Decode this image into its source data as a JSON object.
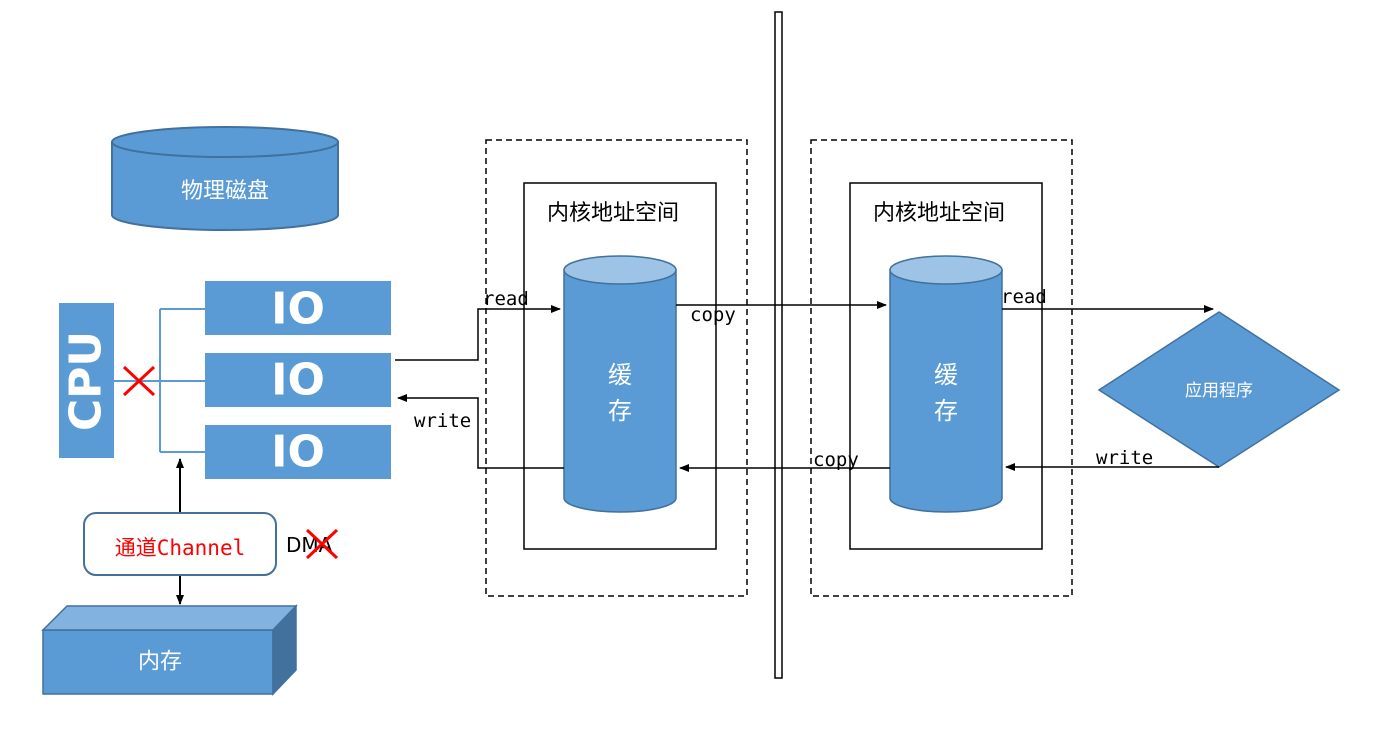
{
  "colors": {
    "blue": "#5B9BD5",
    "blue_dark": "#41719C",
    "blue_light": "#9DC3E6",
    "red": "#FF0000",
    "black": "#000000",
    "white": "#FFFFFF"
  },
  "disk": {
    "label": "物理磁盘"
  },
  "cpu": {
    "label": "CPU"
  },
  "io": {
    "label": "IO"
  },
  "channel": {
    "label": "通道Channel"
  },
  "dma": {
    "label": "DMA"
  },
  "memory": {
    "label": "内存"
  },
  "kernel_left": {
    "title": "内核地址空间",
    "buffer_line1": "缓",
    "buffer_line2": "存"
  },
  "kernel_right": {
    "title": "内核地址空间",
    "buffer_line1": "缓",
    "buffer_line2": "存"
  },
  "app": {
    "label": "应用程序"
  },
  "arrows": {
    "read_left": "read",
    "write_left": "write",
    "copy_top": "copy",
    "copy_bottom": "copy",
    "read_right": "read",
    "write_right": "write"
  }
}
